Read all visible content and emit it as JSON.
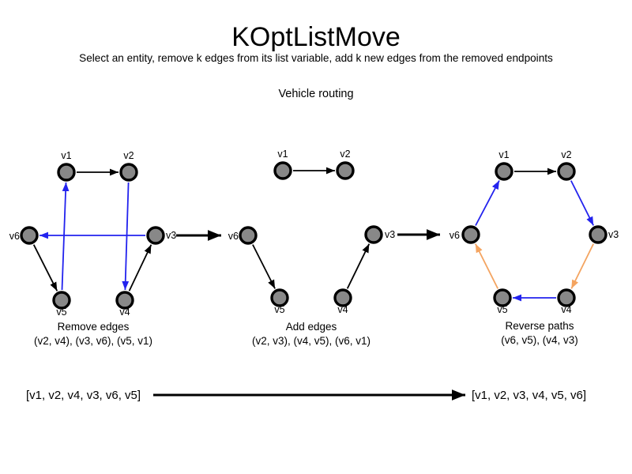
{
  "page": {
    "title": "KOptListMove",
    "subtitle": "Select an entity, remove k edges from its list variable, add k new edges from the removed endpoints",
    "context_label": "Vehicle routing"
  },
  "colors": {
    "black": "#000000",
    "blue": "#2222ee",
    "orange": "#f4a460",
    "node_fill": "#888888",
    "node_border": "#000000"
  },
  "graphs": [
    {
      "caption": "Remove edges",
      "pairs": "(v2, v4), (v3, v6), (v5, v1)",
      "nodes": [
        {
          "label": "v1"
        },
        {
          "label": "v2"
        },
        {
          "label": "v3"
        },
        {
          "label": "v4"
        },
        {
          "label": "v5"
        },
        {
          "label": "v6"
        }
      ],
      "edges": [
        {
          "from": "v1",
          "to": "v2",
          "color": "black"
        },
        {
          "from": "v6",
          "to": "v5",
          "color": "black"
        },
        {
          "from": "v4",
          "to": "v3",
          "color": "black"
        },
        {
          "from": "v2",
          "to": "v4",
          "color": "blue"
        },
        {
          "from": "v3",
          "to": "v6",
          "color": "blue"
        },
        {
          "from": "v5",
          "to": "v1",
          "color": "blue"
        }
      ]
    },
    {
      "caption": "Add edges",
      "pairs": "(v2, v3), (v4, v5), (v6, v1)",
      "nodes": [
        {
          "label": "v1"
        },
        {
          "label": "v2"
        },
        {
          "label": "v3"
        },
        {
          "label": "v4"
        },
        {
          "label": "v5"
        },
        {
          "label": "v6"
        }
      ],
      "edges": [
        {
          "from": "v1",
          "to": "v2",
          "color": "black"
        },
        {
          "from": "v6",
          "to": "v5",
          "color": "black"
        },
        {
          "from": "v4",
          "to": "v3",
          "color": "black"
        }
      ]
    },
    {
      "caption": "Reverse paths",
      "pairs": "(v6, v5), (v4, v3)",
      "nodes": [
        {
          "label": "v1"
        },
        {
          "label": "v2"
        },
        {
          "label": "v3"
        },
        {
          "label": "v4"
        },
        {
          "label": "v5"
        },
        {
          "label": "v6"
        }
      ],
      "edges": [
        {
          "from": "v1",
          "to": "v2",
          "color": "black"
        },
        {
          "from": "v6",
          "to": "v1",
          "color": "blue"
        },
        {
          "from": "v2",
          "to": "v3",
          "color": "blue"
        },
        {
          "from": "v3",
          "to": "v4",
          "color": "orange"
        },
        {
          "from": "v4",
          "to": "v5",
          "color": "blue"
        },
        {
          "from": "v5",
          "to": "v6",
          "color": "orange"
        }
      ]
    }
  ],
  "lists": {
    "before": "[v1, v2, v4, v3, v6, v5]",
    "after": "[v1, v2, v3, v4, v5, v6]"
  }
}
